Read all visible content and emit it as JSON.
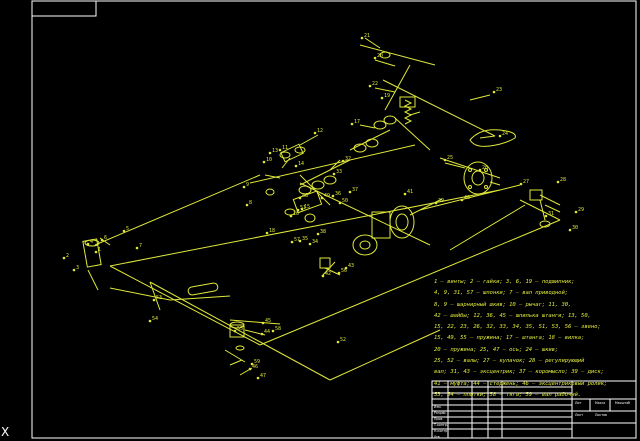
{
  "part_labels": [
    "1",
    "2",
    "3",
    "4",
    "5",
    "6",
    "7",
    "8",
    "9",
    "10",
    "11",
    "12",
    "13",
    "14",
    "15",
    "16",
    "17",
    "18",
    "19",
    "20",
    "21",
    "22",
    "23",
    "24",
    "25",
    "26",
    "27",
    "28",
    "29",
    "30",
    "31",
    "32",
    "33",
    "34",
    "35",
    "36",
    "37",
    "38",
    "39",
    "40",
    "41",
    "42",
    "43",
    "44",
    "45",
    "46",
    "47",
    "48",
    "49",
    "50",
    "51",
    "52",
    "53",
    "54",
    "55",
    "56",
    "57",
    "58",
    "59"
  ],
  "legend": {
    "lines": [
      "1 — винты; 2 — гайки; 3, 6, 19 — подшипник;",
      "4, 9, 31, 57 — шпонки; 7 — вал приводной;",
      "8, 9 — шарнирный шкив; 10 — рычаг; 11, 30,",
      "42 — шайбы; 12, 36, 45 — шпилька штанги; 13, 50,",
      "15, 22, 23, 26, 32, 33, 34, 35, 51, 53, 56 — звено;",
      "15, 49, 55 — пружина; 17 — штанга; 18 — вилка;",
      "20 — пружина; 25, 47 — ось; 24 — шкив;",
      "25, 52 — валы; 27 — кулачок; 28 — регулирующий",
      "вал; 31, 43 — эксцентрик; 37 — коромысло; 39 — диск;",
      "41 — муфта; 44 — стержень; 46 — эксцентриковый ролик;",
      "53, 54 — плитки; 58 — тяга; 59 — вал рабочий."
    ]
  },
  "title_block": {
    "rows": [
      "Изм.",
      "Разраб.",
      "Пров.",
      "Т.контр.",
      "Н.контр.",
      "Утв."
    ],
    "sheet_text": [
      "Лит",
      "Масса",
      "Масштаб",
      "Лист",
      "Листов"
    ]
  },
  "cursor_symbol": "X"
}
